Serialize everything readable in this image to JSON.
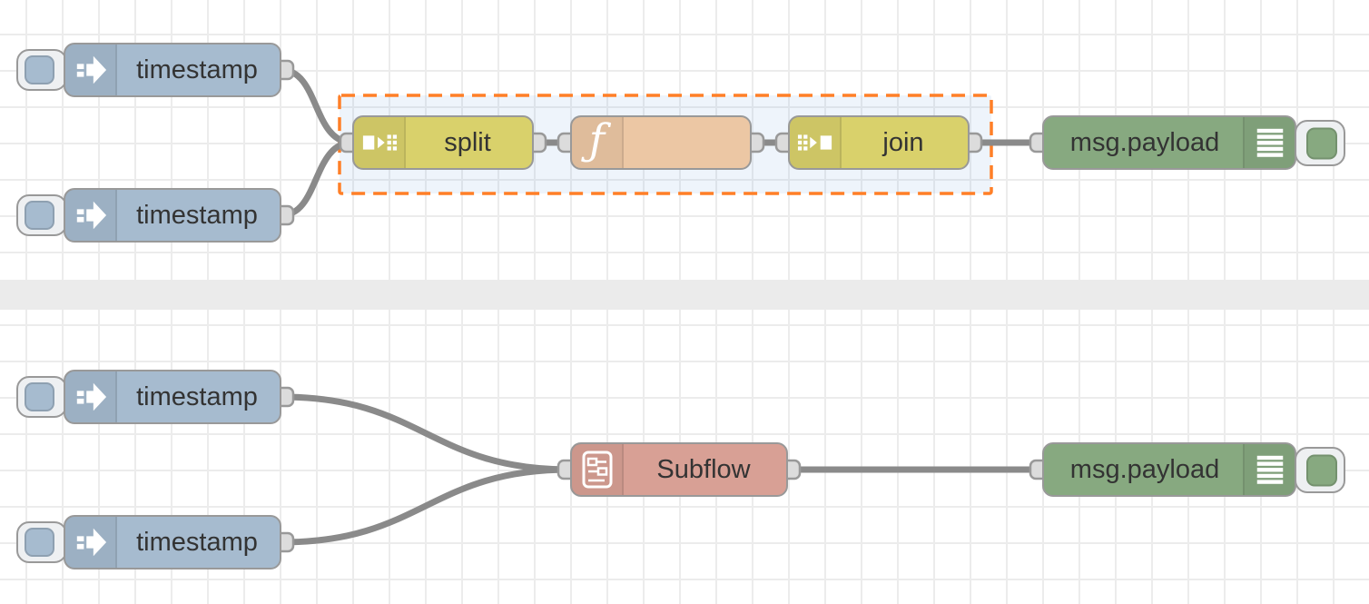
{
  "app": {
    "name": "Node-RED flow editor canvas"
  },
  "flows": {
    "top": {
      "nodes": [
        {
          "type": "inject",
          "label": "timestamp"
        },
        {
          "type": "inject",
          "label": "timestamp"
        },
        {
          "type": "split",
          "label": "split"
        },
        {
          "type": "function",
          "label": ""
        },
        {
          "type": "join",
          "label": "join"
        },
        {
          "type": "debug",
          "label": "msg.payload"
        }
      ],
      "selection_contains": [
        "split",
        "function",
        "join"
      ]
    },
    "bottom": {
      "nodes": [
        {
          "type": "inject",
          "label": "timestamp"
        },
        {
          "type": "inject",
          "label": "timestamp"
        },
        {
          "type": "subflow",
          "label": "Subflow"
        },
        {
          "type": "debug",
          "label": "msg.payload"
        }
      ]
    }
  },
  "icons": {
    "function_glyph": "ƒ"
  },
  "colors": {
    "inject_node": "#a6bbcf",
    "split_join_node": "#d9d16b",
    "function_node": "#ecc7a4",
    "debug_node": "#87a980",
    "subflow_node": "#d8a095",
    "wire": "#8a8a8a",
    "port_fill": "#dcdcdc",
    "node_border": "#999999",
    "selection_border": "#ff7f27",
    "selection_fill": "#e9f1fb",
    "divider_band": "#ebebeb",
    "grid_line": "#ececec"
  }
}
